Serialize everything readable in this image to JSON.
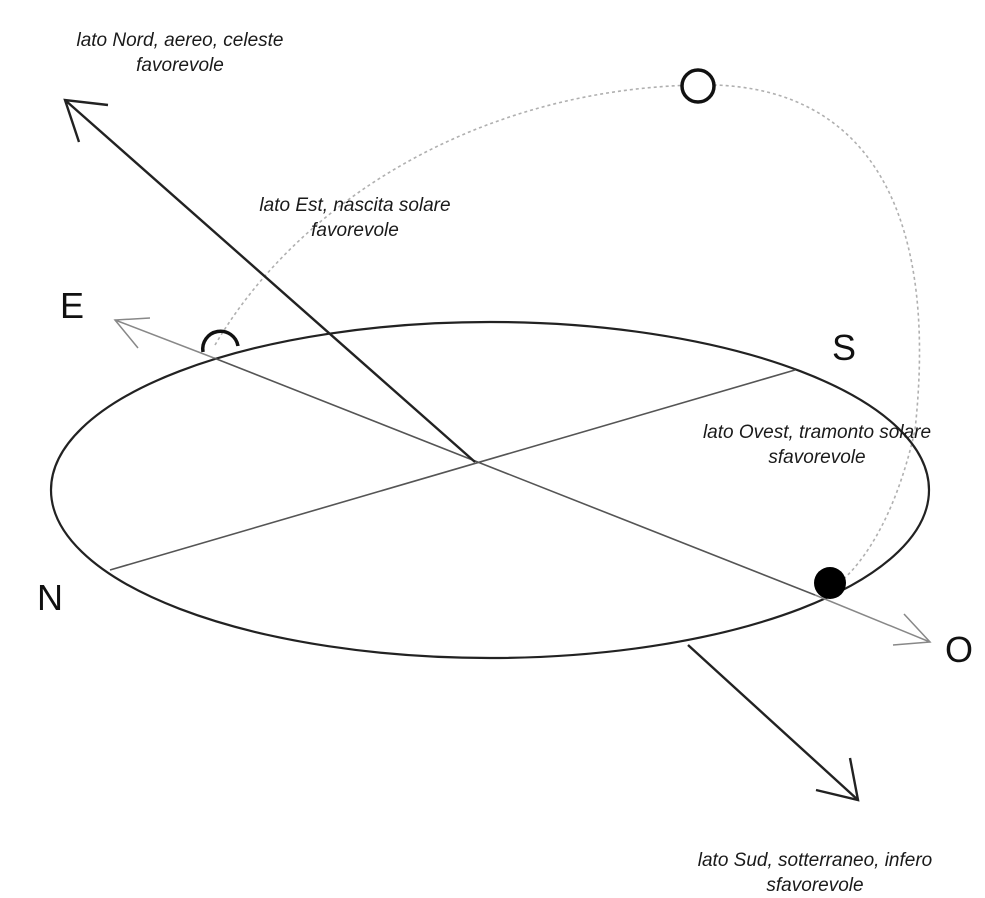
{
  "labels": {
    "north": {
      "line1": "lato Nord, aereo, celeste",
      "line2": "favorevole"
    },
    "east": {
      "line1": "lato Est, nascita solare",
      "line2": "favorevole"
    },
    "west": {
      "line1": "lato Ovest, tramonto solare",
      "line2": "sfavorevole"
    },
    "south": {
      "line1": "lato Sud, sotterraneo, infero",
      "line2": "sfavorevole"
    }
  },
  "directions": {
    "e": "E",
    "s": "S",
    "n": "N",
    "o": "O"
  },
  "colors": {
    "ink": "#222222",
    "light_ink": "#9a9a9a",
    "filled_sun": "#000000"
  },
  "icons": {
    "sun_zenith": "open-circle",
    "sun_rising": "half-open-circle",
    "sun_setting": "filled-circle"
  }
}
